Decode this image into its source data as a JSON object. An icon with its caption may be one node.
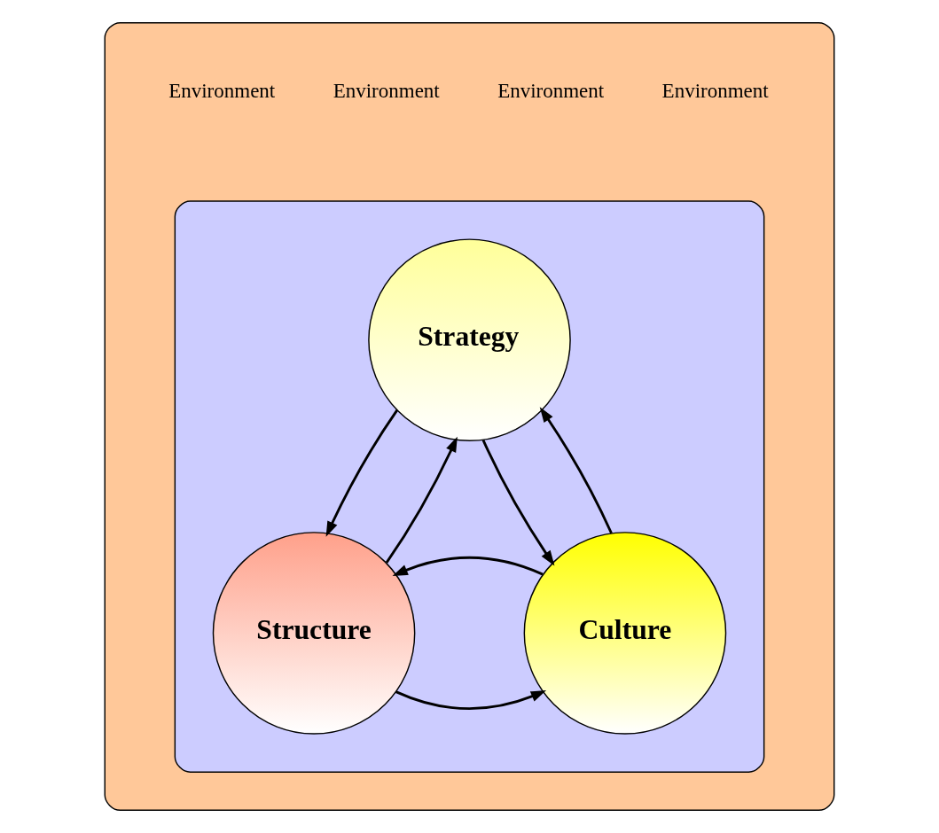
{
  "diagram": {
    "nodes": [
      {
        "text": [
          "Environment",
          "Environment",
          "Environment",
          "Environment"
        ]
      },
      {
        "text": [],
        "shape": "ellipse",
        "in": 0
      },
      {
        "text": [
          "Strategy"
        ],
        "in": 1
      },
      {
        "text": [
          "Structure"
        ],
        "in": 1
      },
      {
        "text": [
          "Culture"
        ],
        "in": 1
      }
    ],
    "edges": [
      {
        "from": 2,
        "to": 3,
        "arrow": "to"
      },
      {
        "from": 3,
        "to": 2,
        "arrow": "to"
      },
      {
        "from": 2,
        "to": 4,
        "arrow": "to"
      },
      {
        "from": 4,
        "to": 2,
        "arrow": "to"
      },
      {
        "from": 3,
        "to": 4,
        "arrow": "to"
      },
      {
        "from": 4,
        "to": 3,
        "arrow": "to"
      }
    ]
  }
}
